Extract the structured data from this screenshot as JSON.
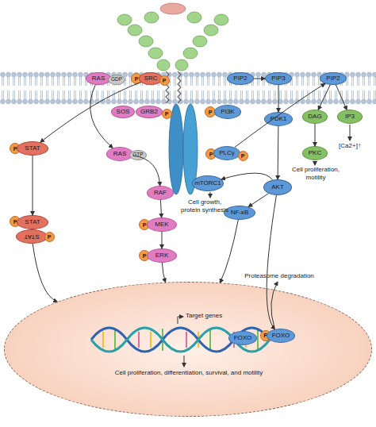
{
  "diagram": {
    "nodes": [
      {
        "text": [
          "RAS"
        ]
      },
      {
        "text": [
          "GDP"
        ]
      },
      {
        "text": [
          "P"
        ]
      },
      {
        "text": [
          "SRC"
        ]
      },
      {
        "text": [
          "P"
        ]
      },
      {
        "text": [
          "SOS"
        ]
      },
      {
        "text": [
          "GRB2"
        ]
      },
      {
        "text": [
          "P"
        ]
      },
      {
        "text": [
          "PIP2"
        ]
      },
      {
        "text": [
          "PIP3"
        ]
      },
      {
        "text": [
          "PIP2"
        ]
      },
      {
        "text": [
          "P"
        ]
      },
      {
        "text": [
          "PI3K"
        ]
      },
      {
        "text": [
          "P"
        ]
      },
      {
        "text": [
          "PLCγ"
        ]
      },
      {
        "text": [
          "P"
        ]
      },
      {
        "text": [
          "PDK1"
        ]
      },
      {
        "text": [
          "DAG"
        ]
      },
      {
        "text": [
          "IP3"
        ]
      },
      {
        "text": [
          "PKC"
        ]
      },
      {
        "text": [
          "P"
        ]
      },
      {
        "text": [
          "STAT"
        ]
      },
      {
        "text": [
          "RAS"
        ]
      },
      {
        "text": [
          "GTP"
        ]
      },
      {
        "text": [
          "RAF"
        ]
      },
      {
        "text": [
          "P"
        ]
      },
      {
        "text": [
          "MEK"
        ]
      },
      {
        "text": [
          "P"
        ]
      },
      {
        "text": [
          "ERK"
        ]
      },
      {
        "text": [
          "mTORC1"
        ]
      },
      {
        "text": [
          "AKT"
        ]
      },
      {
        "text": [
          "NF-κB"
        ]
      },
      {
        "text": [
          "P"
        ]
      },
      {
        "text": [
          "STAT"
        ]
      },
      {
        "text": [
          "STAT"
        ]
      },
      {
        "text": [
          "P"
        ]
      },
      {
        "text": [
          "Target genes",
          "Cell proliferation, differentiation, survival, and motility"
        ]
      },
      {
        "text": [
          "FOXO"
        ],
        "in": 36
      },
      {
        "text": [
          "P"
        ],
        "in": 36
      },
      {
        "text": [
          "FOXO"
        ],
        "in": 36
      }
    ],
    "edges": [
      {
        "from": 3,
        "to": 21,
        "arrow": "to"
      },
      {
        "from": 0,
        "to": 22,
        "arrow": "to"
      },
      {
        "from": 21,
        "to": 33,
        "arrow": "to"
      },
      {
        "from": 22,
        "to": 24,
        "arrow": "to"
      },
      {
        "from": 24,
        "to": 26,
        "arrow": "to"
      },
      {
        "from": 26,
        "to": 28,
        "arrow": "to"
      },
      {
        "from": 28,
        "to": 36,
        "arrow": "to"
      },
      {
        "from": 34,
        "to": 36,
        "arrow": "to"
      },
      {
        "from": 8,
        "to": 9,
        "arrow": "to"
      },
      {
        "from": 9,
        "to": 16,
        "arrow": "to"
      },
      {
        "from": 16,
        "to": 30,
        "arrow": "to"
      },
      {
        "from": 30,
        "to": 29,
        "arrow": "to"
      },
      {
        "from": 30,
        "to": 31,
        "arrow": "to"
      },
      {
        "from": 31,
        "to": 36,
        "arrow": "to"
      },
      {
        "from": 30,
        "to": 39,
        "arrow": "to"
      },
      {
        "from": 14,
        "to": 10,
        "arrow": "to"
      },
      {
        "from": 10,
        "to": 17,
        "arrow": "to"
      },
      {
        "from": 10,
        "to": 18,
        "arrow": "to"
      },
      {
        "from": 17,
        "to": 19,
        "arrow": "to"
      }
    ],
    "labels": [
      "[Ca2+]↑",
      "Cell proliferation, motility",
      "Cell growth, protein synthesis",
      "Proteasome degradation"
    ]
  }
}
